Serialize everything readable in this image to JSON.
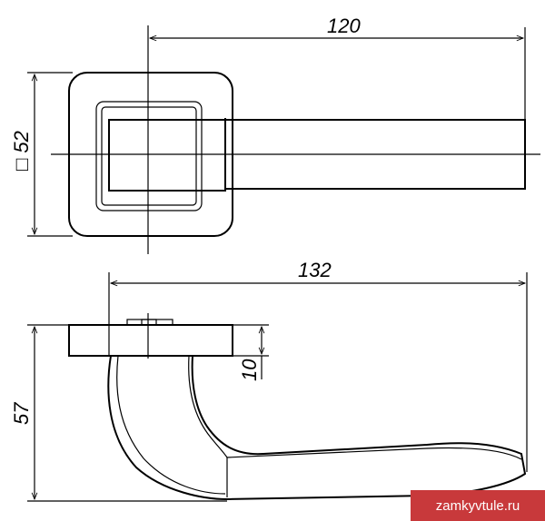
{
  "dimensions": {
    "top_width": "120",
    "rosette_size": "□ 52",
    "side_width": "132",
    "side_height": "57",
    "rosette_thickness": "10"
  },
  "watermark": "zamkyvtule.ru"
}
